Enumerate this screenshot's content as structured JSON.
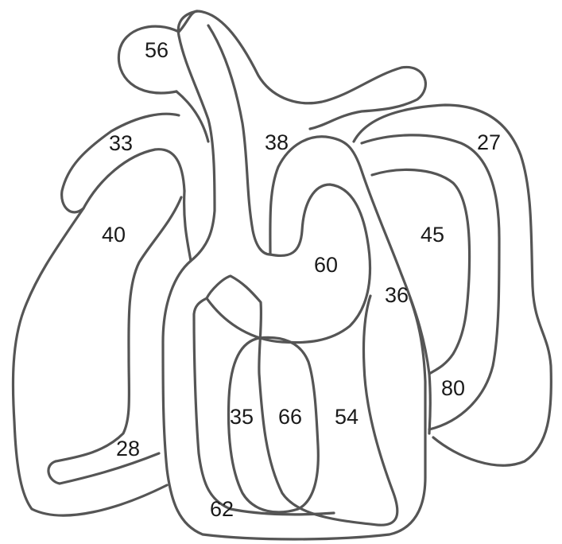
{
  "labels": {
    "r56": "56",
    "r33": "33",
    "r38": "38",
    "r27": "27",
    "r40": "40",
    "r45": "45",
    "r60": "60",
    "r36": "36",
    "r80": "80",
    "r35": "35",
    "r66": "66",
    "r54": "54",
    "r28": "28",
    "r62": "62"
  },
  "colors": {
    "stroke": "#555555",
    "text": "#1a1a1a",
    "background": "#ffffff"
  }
}
